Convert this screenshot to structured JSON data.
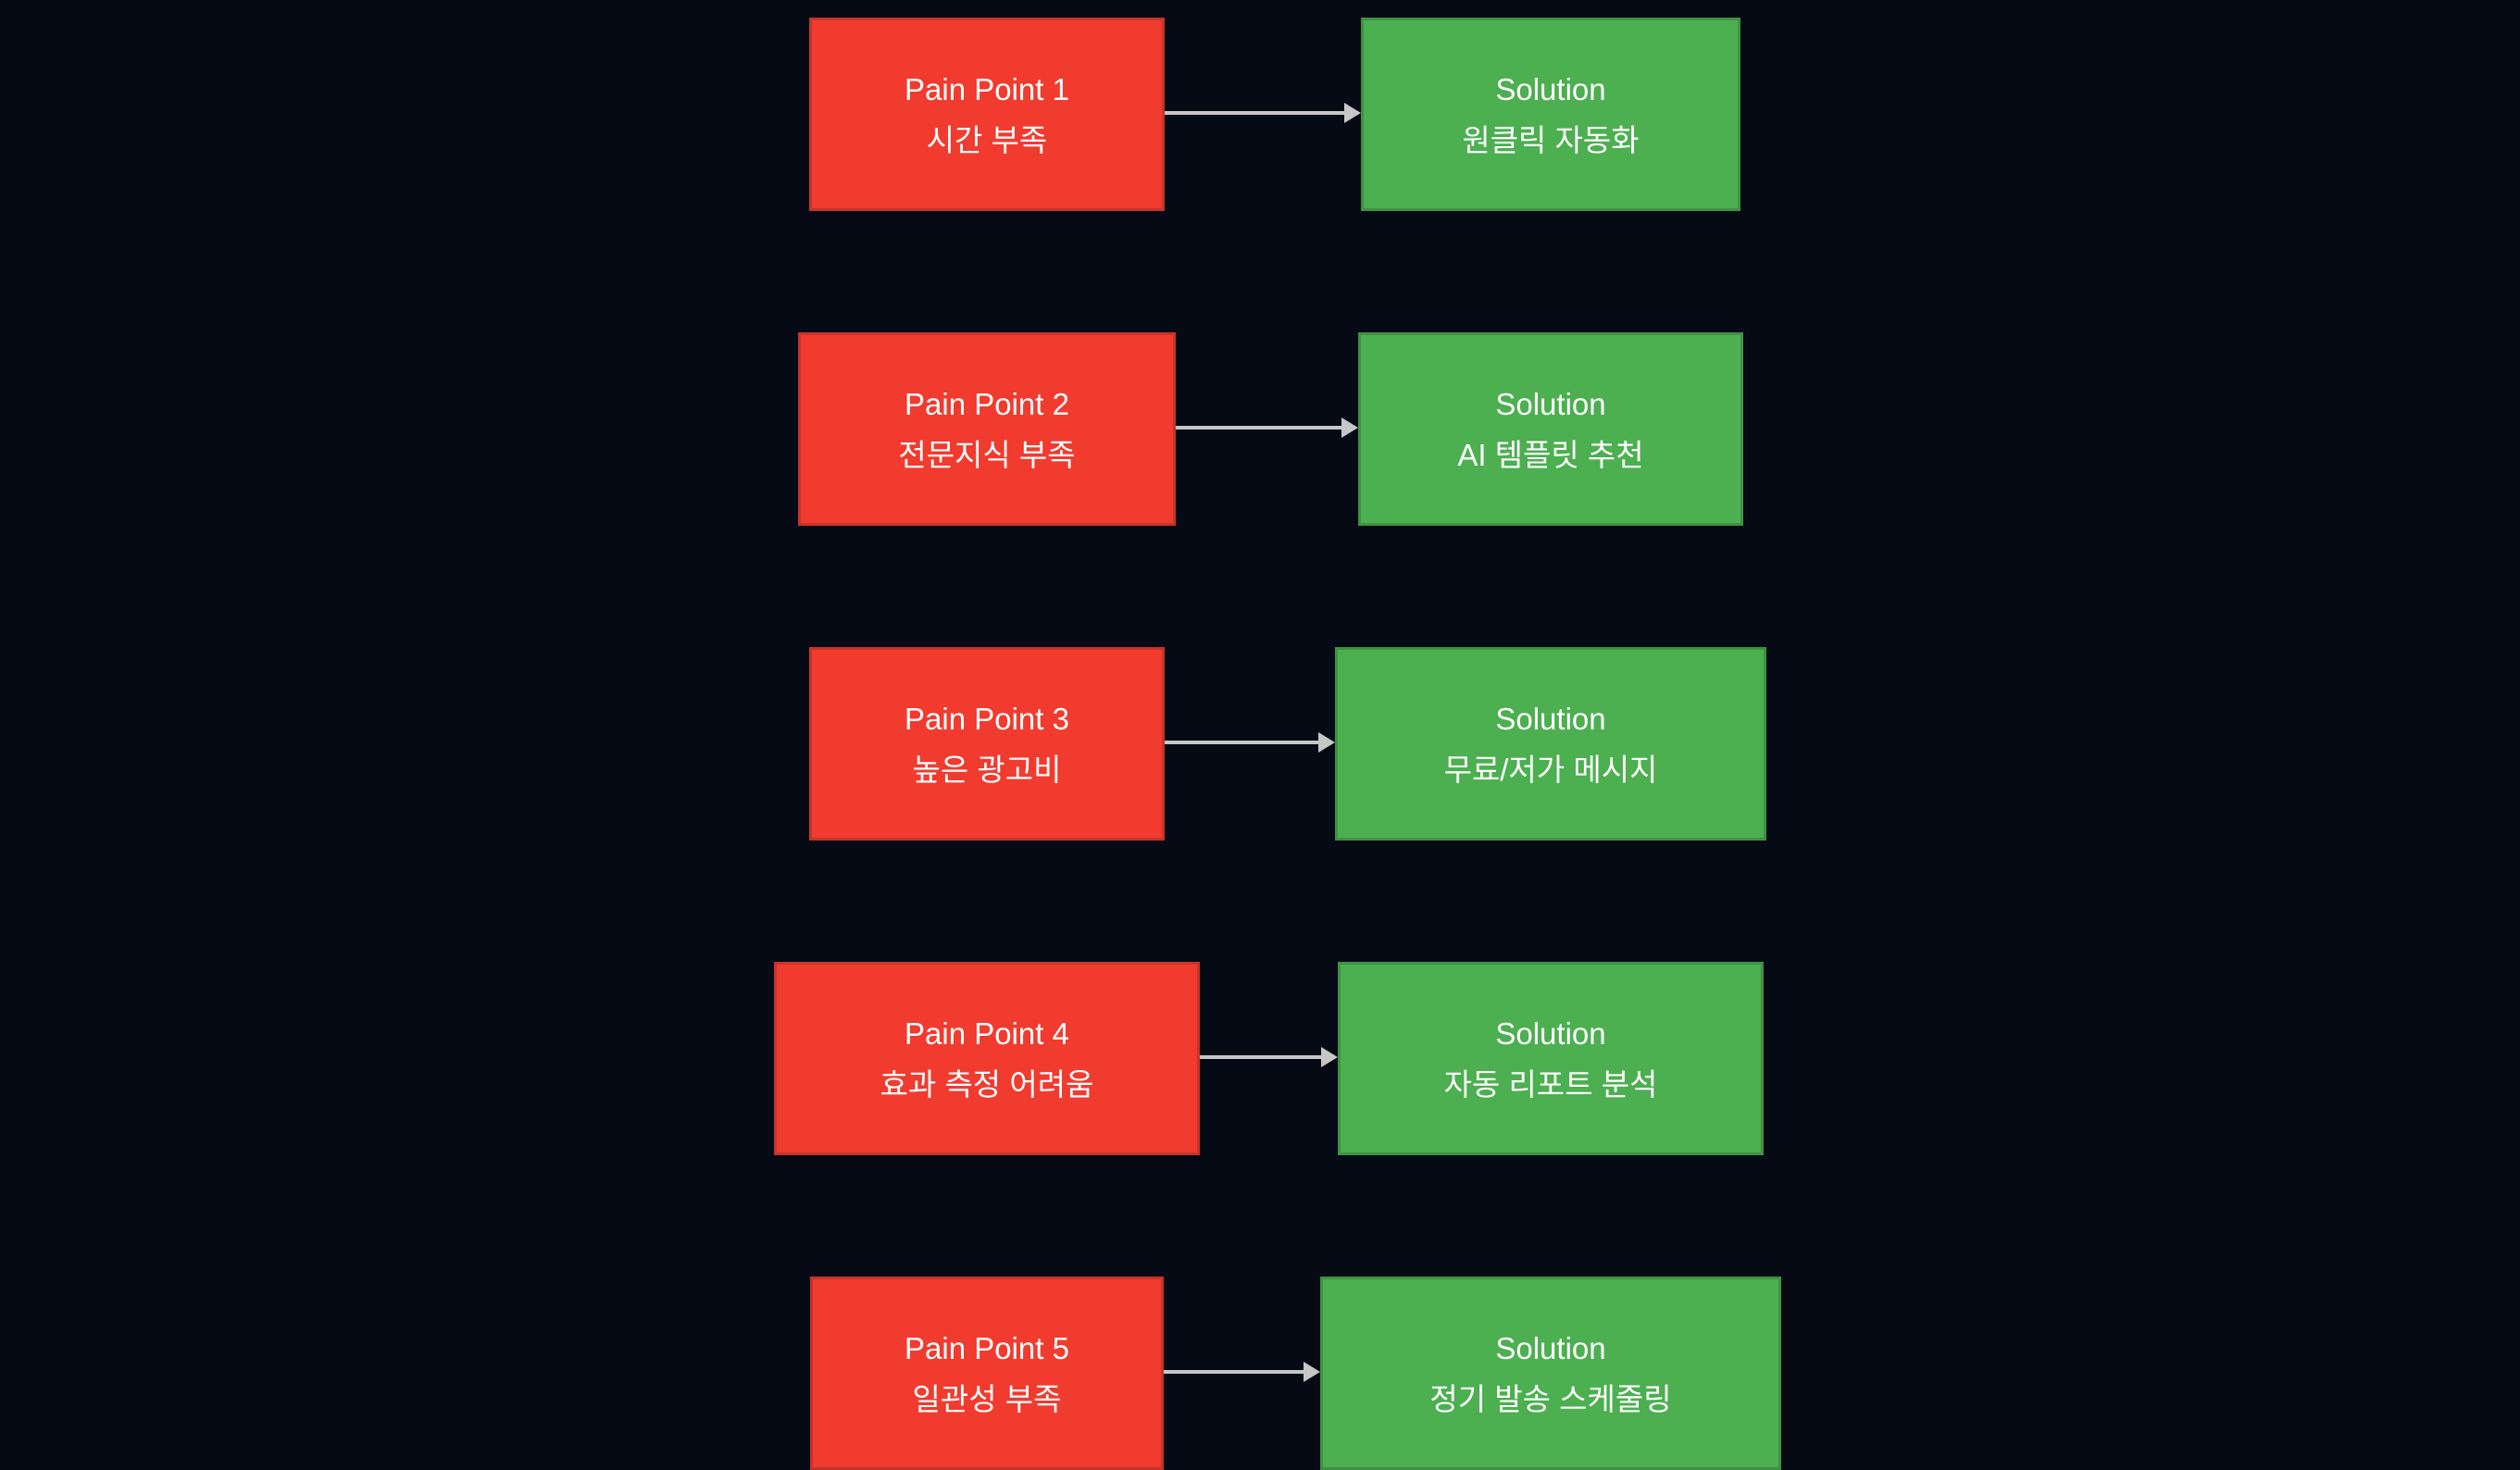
{
  "diagram": {
    "colors": {
      "background": "#050a14",
      "pain_fill": "#f13b2f",
      "pain_border": "#c5342b",
      "solution_fill": "#4caf50",
      "solution_border": "#3f9143",
      "arrow": "#c6c6c6",
      "text": "#ffffff"
    },
    "rows": [
      {
        "pain": {
          "title": "Pain Point 1",
          "subtitle": "시간 부족"
        },
        "solution": {
          "title": "Solution",
          "subtitle": "원클릭 자동화"
        }
      },
      {
        "pain": {
          "title": "Pain Point 2",
          "subtitle": "전문지식 부족"
        },
        "solution": {
          "title": "Solution",
          "subtitle": "AI 템플릿 추천"
        }
      },
      {
        "pain": {
          "title": "Pain Point 3",
          "subtitle": "높은 광고비"
        },
        "solution": {
          "title": "Solution",
          "subtitle": "무료/저가 메시지"
        }
      },
      {
        "pain": {
          "title": "Pain Point 4",
          "subtitle": "효과 측정 어려움"
        },
        "solution": {
          "title": "Solution",
          "subtitle": "자동 리포트 분석"
        }
      },
      {
        "pain": {
          "title": "Pain Point 5",
          "subtitle": "일관성 부족"
        },
        "solution": {
          "title": "Solution",
          "subtitle": "정기 발송 스케줄링"
        }
      }
    ]
  }
}
